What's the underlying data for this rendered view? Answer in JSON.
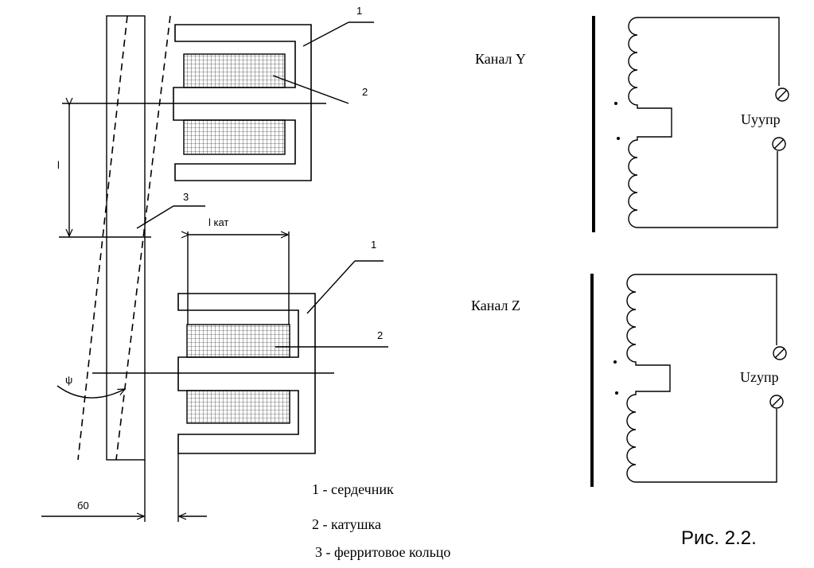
{
  "labels": {
    "part1_top": "1",
    "part2_top": "2",
    "part3": "3",
    "dim_l": "l",
    "dim_lkat": "l кат",
    "part1_bottom": "1",
    "part2_bottom": "2",
    "psi": "ψ",
    "delta0": "б0"
  },
  "channels": {
    "y": {
      "title": "Канал Y",
      "voltage": "Uyупр"
    },
    "z": {
      "title": "Канал Z",
      "voltage": "Uzупр"
    }
  },
  "legend": {
    "item1": "1 - сердечник",
    "item2": "2 - катушка",
    "item3": "3 - ферритовое кольцо"
  },
  "caption": "Рис. 2.2."
}
